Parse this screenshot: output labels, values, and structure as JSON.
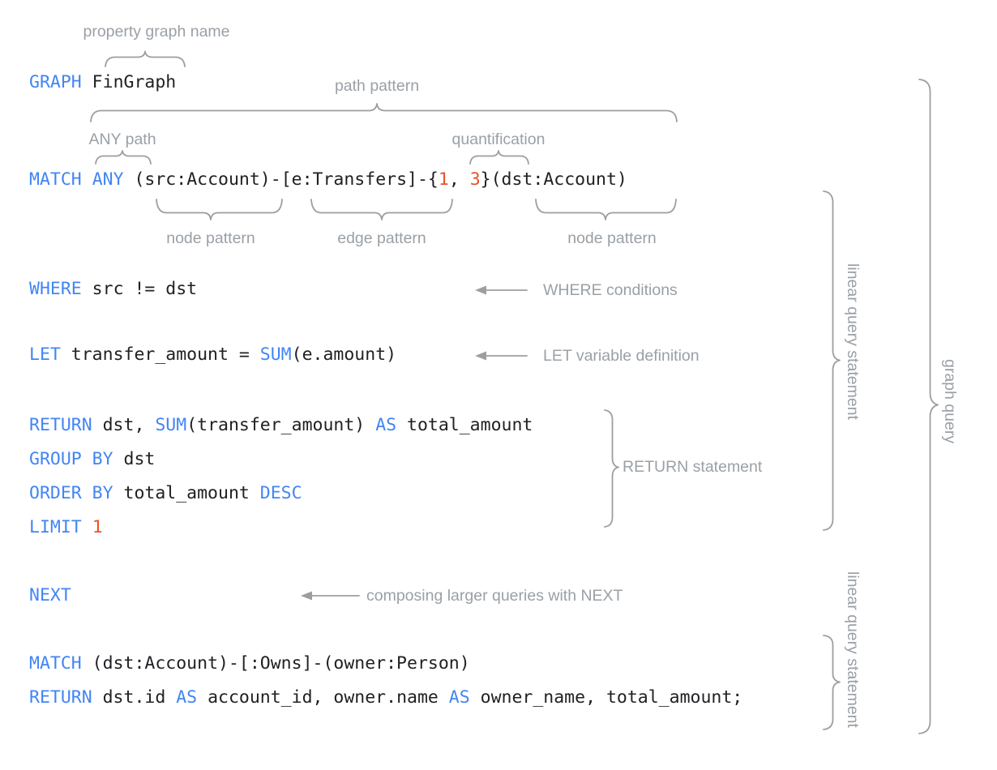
{
  "doc": {
    "title": "GQL graph query annotated diagram",
    "background": "#ffffff",
    "keyword_color": "#4285f4",
    "number_color": "#e8522a",
    "text_color": "#202124",
    "annotation_color": "#9aa0a6",
    "brace_color": "#9e9e9e"
  },
  "code_lines": [
    {
      "id": "graph",
      "tokens": [
        {
          "t": "GRAPH",
          "c": "kw"
        },
        {
          "t": " FinGraph",
          "c": "pl"
        }
      ]
    },
    {
      "id": "match1",
      "tokens": [
        {
          "t": "MATCH",
          "c": "kw"
        },
        {
          "t": " ",
          "c": "pl"
        },
        {
          "t": "ANY",
          "c": "kw"
        },
        {
          "t": " (src:Account)-[e:Transfers]-{",
          "c": "pl"
        },
        {
          "t": "1",
          "c": "num"
        },
        {
          "t": ", ",
          "c": "pl"
        },
        {
          "t": "3",
          "c": "num"
        },
        {
          "t": "}(dst:Account)",
          "c": "pl"
        }
      ]
    },
    {
      "id": "where",
      "tokens": [
        {
          "t": "WHERE",
          "c": "kw"
        },
        {
          "t": " src != dst",
          "c": "pl"
        }
      ]
    },
    {
      "id": "let",
      "tokens": [
        {
          "t": "LET",
          "c": "kw"
        },
        {
          "t": " transfer_amount = ",
          "c": "pl"
        },
        {
          "t": "SUM",
          "c": "kw"
        },
        {
          "t": "(e.amount)",
          "c": "pl"
        }
      ]
    },
    {
      "id": "return1",
      "tokens": [
        {
          "t": "RETURN",
          "c": "kw"
        },
        {
          "t": " dst, ",
          "c": "pl"
        },
        {
          "t": "SUM",
          "c": "kw"
        },
        {
          "t": "(transfer_amount) ",
          "c": "pl"
        },
        {
          "t": "AS",
          "c": "kw"
        },
        {
          "t": " total_amount",
          "c": "pl"
        }
      ]
    },
    {
      "id": "groupby",
      "tokens": [
        {
          "t": "GROUP BY",
          "c": "kw"
        },
        {
          "t": " dst",
          "c": "pl"
        }
      ]
    },
    {
      "id": "orderby",
      "tokens": [
        {
          "t": "ORDER BY",
          "c": "kw"
        },
        {
          "t": " total_amount ",
          "c": "pl"
        },
        {
          "t": "DESC",
          "c": "kw"
        }
      ]
    },
    {
      "id": "limit",
      "tokens": [
        {
          "t": "LIMIT",
          "c": "kw"
        },
        {
          "t": " ",
          "c": "pl"
        },
        {
          "t": "1",
          "c": "num"
        }
      ]
    },
    {
      "id": "next",
      "tokens": [
        {
          "t": "NEXT",
          "c": "kw"
        }
      ]
    },
    {
      "id": "match2",
      "tokens": [
        {
          "t": "MATCH",
          "c": "kw"
        },
        {
          "t": " (dst:Account)-[:Owns]-(owner:Person)",
          "c": "pl"
        }
      ]
    },
    {
      "id": "return2",
      "tokens": [
        {
          "t": "RETURN",
          "c": "kw"
        },
        {
          "t": " dst.id ",
          "c": "pl"
        },
        {
          "t": "AS",
          "c": "kw"
        },
        {
          "t": " account_id, owner.name ",
          "c": "pl"
        },
        {
          "t": "AS",
          "c": "kw"
        },
        {
          "t": " owner_name, total_amount;",
          "c": "pl"
        }
      ]
    }
  ],
  "annotations": {
    "property_graph_name": "property graph name",
    "path_pattern": "path pattern",
    "any_path": "ANY path",
    "quantification": "quantification",
    "node_pattern_left": "node pattern",
    "edge_pattern": "edge pattern",
    "node_pattern_right": "node pattern",
    "where_conditions": "WHERE conditions",
    "let_variable_definition": "LET variable definition",
    "return_statement": "RETURN statement",
    "composing_with_next": "composing larger queries with NEXT",
    "linear_query_statement_1": "linear query statement",
    "linear_query_statement_2": "linear query statement",
    "graph_query": "graph query"
  }
}
